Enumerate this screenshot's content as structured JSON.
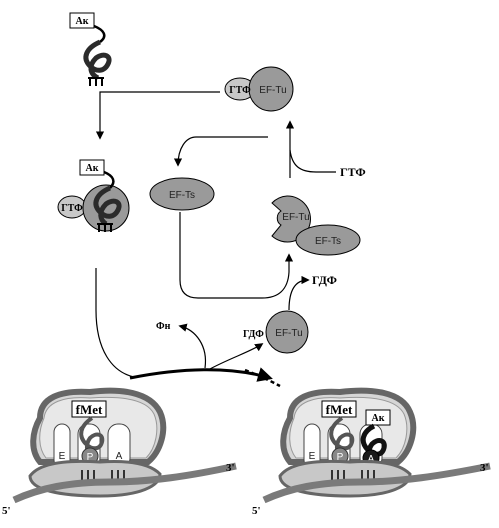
{
  "labels": {
    "aa_top": "Ак",
    "aa_mid": "Ак",
    "aa_right": "Ак",
    "gtp_small_top": "ГТФ",
    "eftu_top": "EF-Tu",
    "gtp_small_mid": "ГТФ",
    "gtp_in": "ГТФ",
    "efts_left": "EF-Ts",
    "eftu_mid": "EF-Tu",
    "efts_mid": "EF-Ts",
    "gdp_out": "ГДФ",
    "gdp_small": "ГДФ",
    "eftu_low": "EF-Tu",
    "phi": "Фн",
    "fmet_left": "fMet",
    "fmet_right": "fMet",
    "site_e_left": "E",
    "site_p_left": "P",
    "site_a_left": "A",
    "site_e_right": "E",
    "site_p_right": "P",
    "site_a_right": "A",
    "five_prime_left": "5'",
    "three_prime_left": "3'",
    "five_prime_right": "5'",
    "three_prime_right": "3'"
  },
  "colors": {
    "protein_gray": "#9a9a9a",
    "light_gray": "#c8c8c8",
    "ribosome_fill": "#d6d6d6",
    "mrna": "#7a7a7a",
    "trna": "#3a3a3a"
  }
}
